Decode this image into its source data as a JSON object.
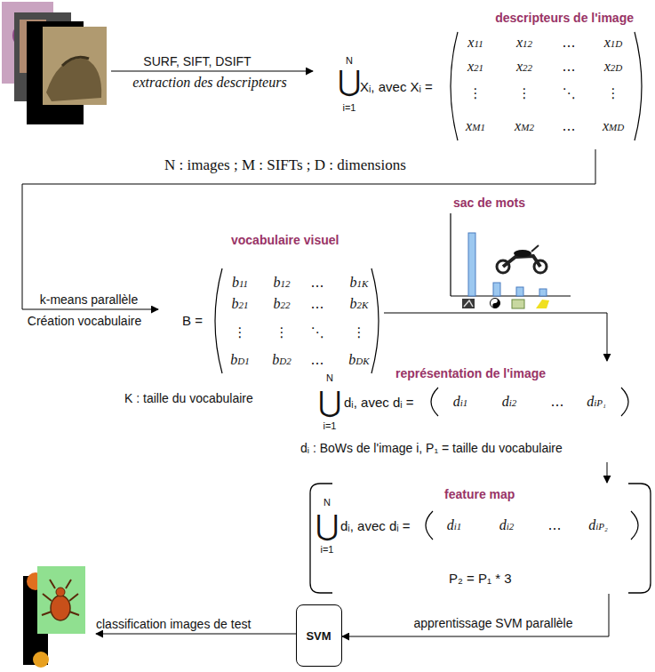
{
  "diagram": {
    "nodes": [
      {
        "text": [
          "descripteurs de l'image",
          "N",
          "⋃",
          "i=1",
          "Xᵢ, avec Xᵢ =",
          "x11",
          "x12",
          "…",
          "x1D",
          "x21",
          "x22",
          "…",
          "x2D",
          "⋮",
          "⋮",
          "⋱",
          "⋮",
          "xM1",
          "xM2",
          "…",
          "xMD"
        ]
      },
      {
        "text": [
          "vocabulaire visuel",
          "B =",
          "b11",
          "b12",
          "…",
          "b1K",
          "b21",
          "b22",
          "…",
          "b2K",
          "⋮",
          "⋮",
          "⋱",
          "⋮",
          "bD1",
          "bD2",
          "…",
          "bDK"
        ]
      },
      {
        "text": [
          "représentation de l'image",
          "N",
          "⋃",
          "i=1",
          "dᵢ, avec dᵢ =",
          "di1",
          "di2",
          "…",
          "diP₁",
          "dᵢ : BoWs de l'image i, P₁ = taille du vocabulaire"
        ]
      },
      {
        "text": [
          "feature map",
          "N",
          "⋃",
          "i=1",
          "dᵢ, avec dᵢ =",
          "di1",
          "di2",
          "…",
          "diP₂",
          "P₂ = P₁ * 3"
        ]
      },
      {
        "text": [
          "SVM"
        ]
      }
    ],
    "edges": [
      {
        "from": 0,
        "to": 1,
        "arrow": "to",
        "label": "k-means parallèle"
      },
      {
        "from": 1,
        "to": 2,
        "arrow": "to"
      },
      {
        "from": 2,
        "to": 3,
        "arrow": "to"
      },
      {
        "from": 3,
        "to": 4,
        "arrow": "to",
        "label": "apprentissage SVM parallèle"
      }
    ],
    "labels": [
      "SURF, SIFT, DSIFT",
      "extraction des descripteurs",
      "N : images ; M : SIFTs ; D : dimensions",
      "Création vocabulaire",
      "K : taille du vocabulaire",
      "sac de mots",
      "classification images de test"
    ]
  }
}
